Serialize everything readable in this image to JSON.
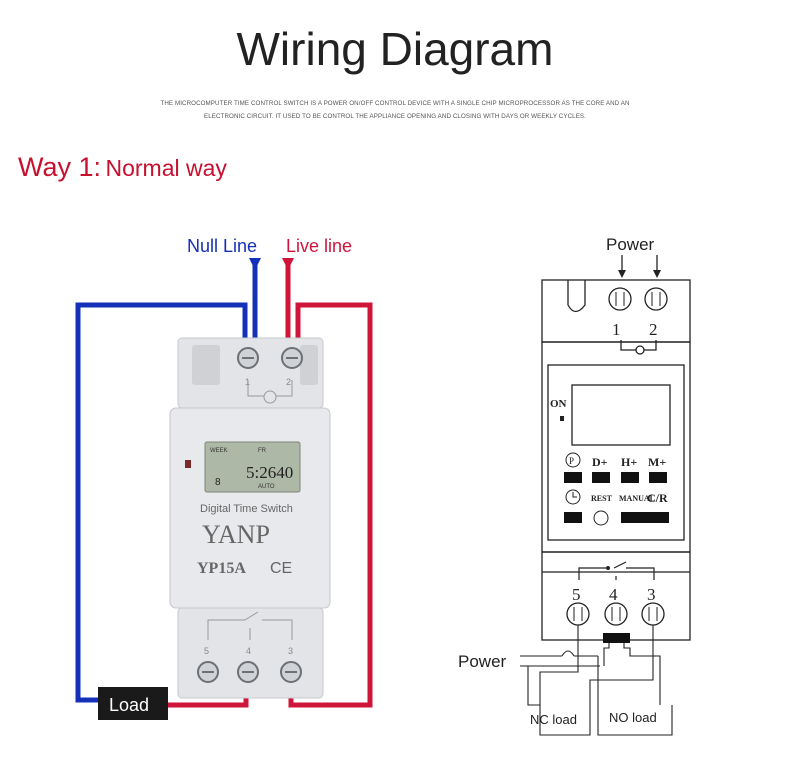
{
  "header": {
    "title": "Wiring Diagram",
    "subtitle_line1": "THE MICROCOMPUTER TIME CONTROL SWITCH IS A POWER ON/OFF CONTROL DEVICE WITH A SINGLE CHIP MICROPROCESSOR AS THE CORE AND AN",
    "subtitle_line2": "ELECTRONIC CIRCUIT. IT USED TO BE CONTROL THE APPLIANCE OPENING AND CLOSING WITH DAYS OR WEEKLY CYCLES."
  },
  "section": {
    "way_number": "Way 1:",
    "way_name": "Normal way"
  },
  "left_diagram": {
    "null_line_label": "Null Line",
    "live_line_label": "Live line",
    "load_label": "Load",
    "device": {
      "top_terminal_1": "1",
      "top_terminal_2": "2",
      "lcd_week": "WEEK",
      "lcd_fr": "FR",
      "lcd_time": "5:2640",
      "lcd_day": "8",
      "lcd_auto": "AUTO",
      "device_name": "Digital Time Switch",
      "brand": "YANP",
      "model": "YP15A",
      "ce_mark": "CE",
      "bottom_terminal_5": "5",
      "bottom_terminal_4": "4",
      "bottom_terminal_3": "3"
    },
    "colors": {
      "null_wire": "#1530b8",
      "live_wire": "#d0153a",
      "device_body": "#dcdee2",
      "lcd": "#aeb8a6"
    }
  },
  "right_diagram": {
    "power_top_label": "Power",
    "terminal_1": "1",
    "terminal_2": "2",
    "on_label": "ON",
    "btn_p": "P",
    "btn_d": "D+",
    "btn_h": "H+",
    "btn_m": "M+",
    "btn_rest": "REST",
    "btn_manual": "MANUAL",
    "btn_cr": "C/R",
    "terminal_5": "5",
    "terminal_4": "4",
    "terminal_3": "3",
    "power_bottom_label": "Power",
    "nc_load": "NC load",
    "no_load": "NO load"
  }
}
